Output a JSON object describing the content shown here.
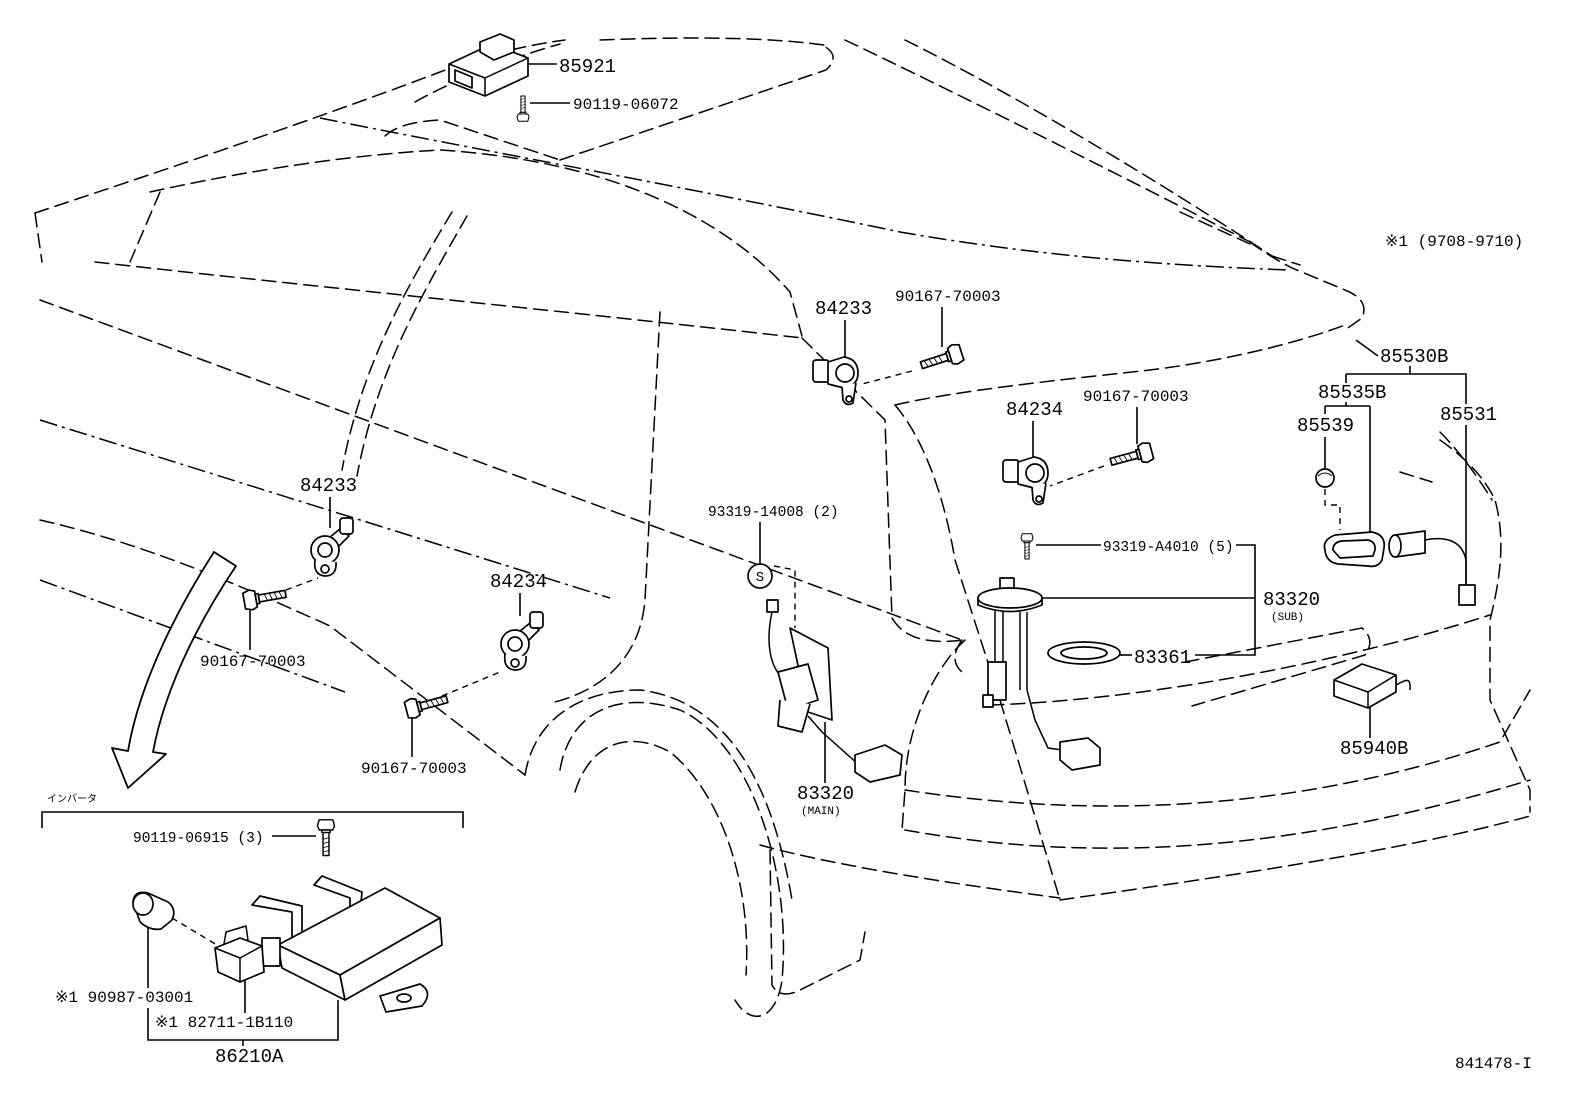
{
  "diagram": {
    "reference_number": "841478-I",
    "applicability_note": "※1 (9708-9710)",
    "service_mark": "S",
    "callouts": [
      {
        "part_no": "85921"
      },
      {
        "part_no": "90119-06072"
      },
      {
        "part_no": "84233"
      },
      {
        "part_no": "90167-70003"
      },
      {
        "part_no": "84234"
      },
      {
        "part_no": "90167-70003"
      },
      {
        "part_no": "85530B"
      },
      {
        "part_no": "85535B"
      },
      {
        "part_no": "85539"
      },
      {
        "part_no": "85531"
      },
      {
        "part_no": "84233"
      },
      {
        "part_no": "84234"
      },
      {
        "part_no": "90167-70003"
      },
      {
        "part_no": "90167-70003"
      },
      {
        "part_no": "93319-14008 (2)"
      },
      {
        "part_no": "93319-A4010 (5)"
      },
      {
        "part_no": "83320",
        "note": "(SUB)"
      },
      {
        "part_no": "83361"
      },
      {
        "part_no": "85940B"
      },
      {
        "part_no": "83320",
        "note": "(MAIN)"
      }
    ],
    "inset": {
      "title": "インバータ",
      "callouts": [
        {
          "part_no": "90119-06915 (3)"
        },
        {
          "part_no": "※1 90987-03001"
        },
        {
          "part_no": "※1 82711-1B110"
        },
        {
          "part_no": "86210A"
        }
      ]
    }
  }
}
